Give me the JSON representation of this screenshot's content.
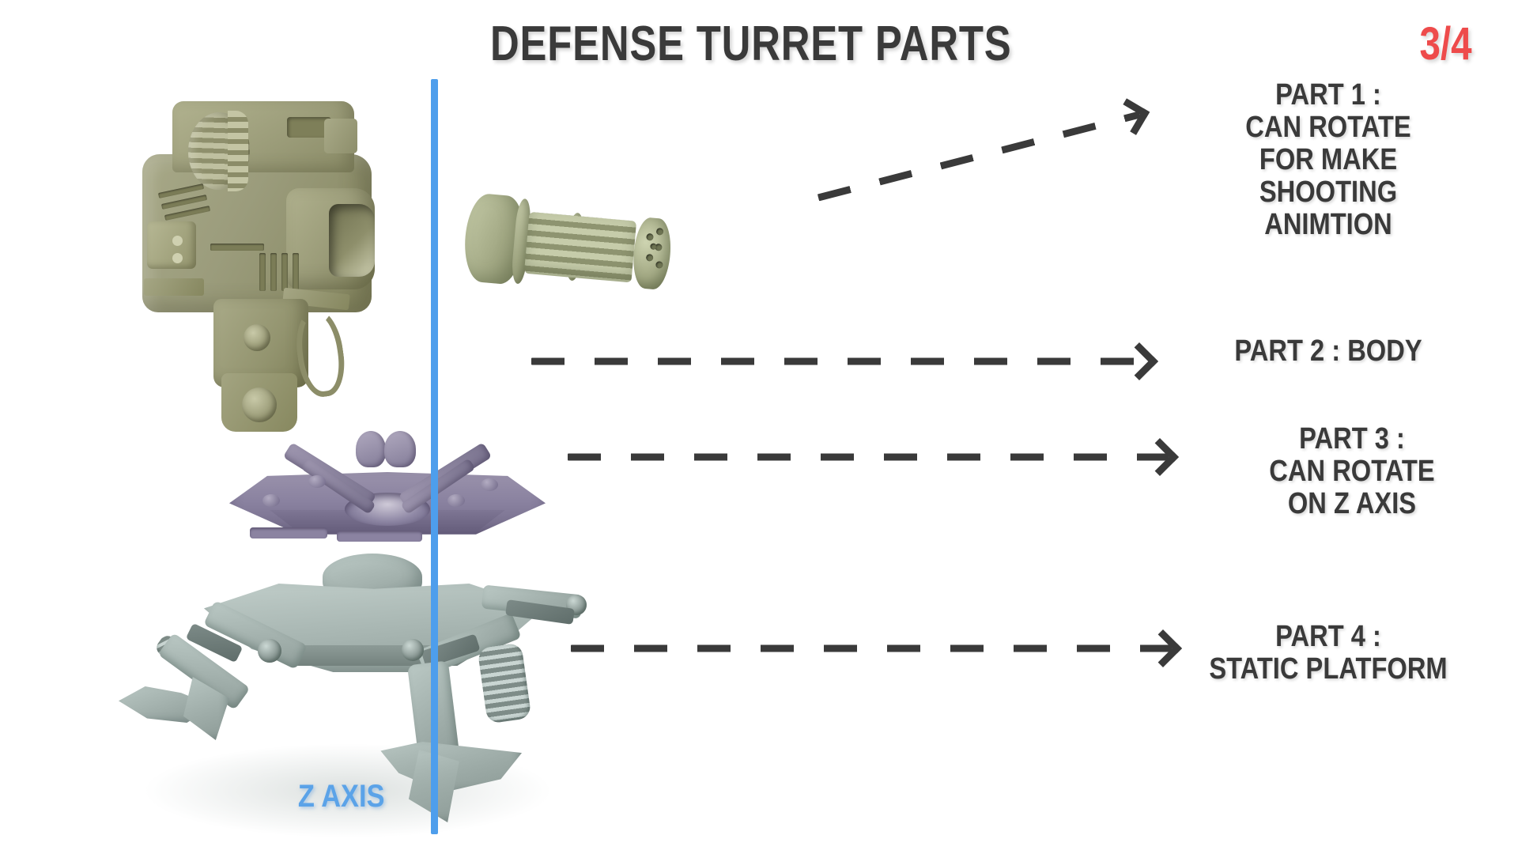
{
  "header": {
    "title": "DEFENSE TURRET PARTS",
    "counter": "3/4",
    "title_color": "#3a3a3a",
    "counter_color": "#ee4b4b"
  },
  "axis": {
    "label": "Z AXIS",
    "color": "#5ba3e8",
    "line_color": "#4e9eec"
  },
  "annotations": [
    {
      "id": "part-1",
      "lines": [
        "PART 1 :",
        "CAN ROTATE",
        "FOR MAKE",
        "SHOOTING",
        "ANIMTION"
      ],
      "text": "PART 1 : CAN ROTATE FOR MAKE SHOOTING ANIMTION",
      "arrow": "dashed-diagonal-arrow",
      "points_to": "gatling-barrel"
    },
    {
      "id": "part-2",
      "lines": [
        "PART 2 : BODY"
      ],
      "text": "PART 2 : BODY",
      "arrow": "dashed-horizontal-arrow",
      "points_to": "turret-body"
    },
    {
      "id": "part-3",
      "lines": [
        "PART 3 :",
        "CAN ROTATE",
        "ON Z AXIS"
      ],
      "text": "PART 3 : CAN ROTATE ON Z AXIS",
      "arrow": "dashed-horizontal-arrow",
      "points_to": "rotating-base"
    },
    {
      "id": "part-4",
      "lines": [
        "PART 4 :",
        "STATIC PLATFORM"
      ],
      "text": "PART 4 : STATIC PLATFORM",
      "arrow": "dashed-horizontal-arrow",
      "points_to": "static-platform"
    }
  ],
  "model": {
    "name": "defense-turret-exploded-view",
    "parts": [
      {
        "name": "gatling-barrel",
        "color": "#aab08c"
      },
      {
        "name": "turret-body",
        "color": "#9b9c7c"
      },
      {
        "name": "rotating-base",
        "color": "#8a82a0"
      },
      {
        "name": "static-platform",
        "color": "#a9b7b3"
      }
    ],
    "background": "#ffffff"
  }
}
